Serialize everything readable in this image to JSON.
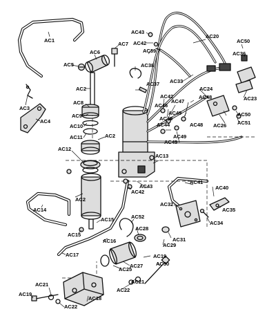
{
  "callouts": {
    "AC1": "AC1",
    "AC2": "AC2",
    "AC3": "AC3",
    "AC4": "AC4",
    "AC5": "AC5",
    "AC6": "AC6",
    "AC7": "AC7",
    "AC8": "AC8",
    "AC9": "AC9",
    "AC10": "AC10",
    "AC11": "AC11",
    "AC12": "AC12",
    "AC13": "AC13",
    "AC14": "AC14",
    "AC15": "AC15",
    "AC16": "AC16",
    "AC17": "AC17",
    "AC18": "AC18",
    "AC19": "AC19",
    "AC20": "AC20",
    "AC21": "AC21",
    "AC22": "AC22",
    "AC23": "AC23",
    "AC24": "AC24",
    "AC25": "AC25",
    "AC26": "AC26",
    "AC27": "AC27",
    "AC28": "AC28",
    "AC29": "AC29",
    "AC30": "AC30",
    "AC31": "AC31",
    "AC32": "AC32",
    "AC33": "AC33",
    "AC34": "AC34",
    "AC35": "AC35",
    "AC36": "AC36",
    "AC37": "AC37",
    "AC38": "AC38",
    "AC39": "AC39",
    "AC40": "AC40",
    "AC41": "AC41",
    "AC42": "AC42",
    "AC43": "AC43",
    "AC44": "AC44",
    "AC45": "AC45",
    "AC46": "AC46",
    "AC47": "AC47",
    "AC48": "AC48",
    "AC49": "AC49",
    "AC50": "AC50",
    "AC51": "AC51",
    "AC52": "AC52"
  }
}
